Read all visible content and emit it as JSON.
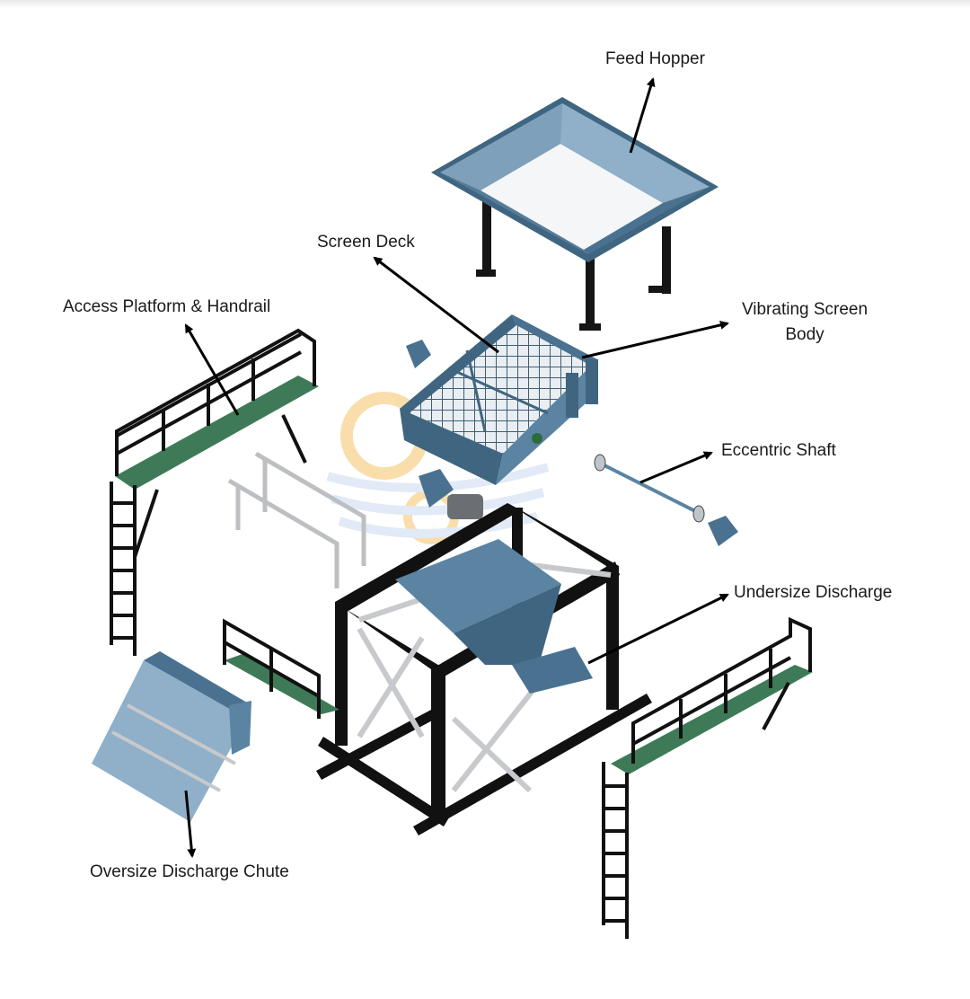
{
  "labels": {
    "feed_hopper": "Feed Hopper",
    "screen_deck": "Screen Deck",
    "vibrating_screen_body_line1": "Vibrating Screen",
    "vibrating_screen_body_line2": "Body",
    "access_platform": "Access Platform & Handrail",
    "eccentric_shaft": "Eccentric Shaft",
    "undersize_discharge": "Undersize Discharge",
    "oversize_chute": "Oversize Discharge Chute"
  },
  "colors": {
    "steel_blue": "#5b84a3",
    "steel_blue_dark": "#3f6580",
    "steel_blue_light": "#8fb0c8",
    "frame_black": "#111111",
    "deck_green": "#3e7a57",
    "galvanized": "#c7c9cc",
    "arrow": "#000000",
    "watermark_orange": "#f5c46a",
    "watermark_blue": "#c9d9ef"
  }
}
